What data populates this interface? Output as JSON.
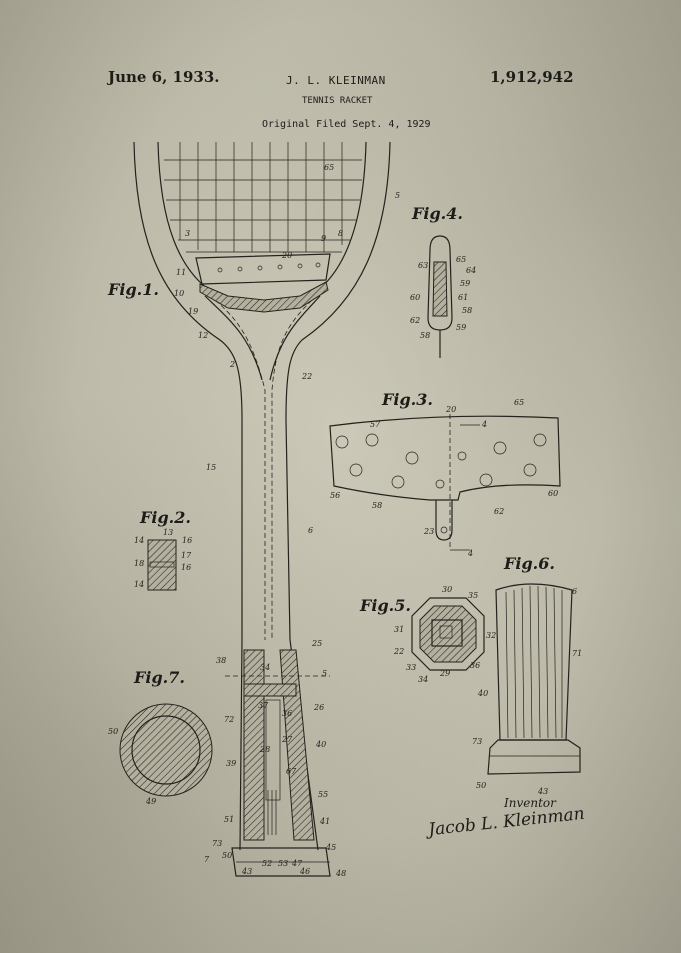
{
  "header": {
    "date": "June 6, 1933.",
    "inventor": "J. L. KLEINMAN",
    "title": "TENNIS RACKET",
    "filed": "Original Filed Sept. 4, 1929",
    "patent_number": "1,912,942"
  },
  "figures": {
    "fig1": "Fig.1.",
    "fig2": "Fig.2.",
    "fig3": "Fig.3.",
    "fig4": "Fig.4.",
    "fig5": "Fig.5.",
    "fig6": "Fig.6.",
    "fig7": "Fig.7."
  },
  "refs": {
    "fig1": [
      "5",
      "3",
      "9",
      "8",
      "11",
      "10",
      "19",
      "12",
      "20",
      "65",
      "2",
      "22",
      "15",
      "6",
      "25",
      "38",
      "34",
      "5",
      "26",
      "37",
      "36",
      "72",
      "28",
      "27",
      "40",
      "39",
      "67",
      "55",
      "51",
      "41",
      "73",
      "45",
      "50",
      "7",
      "43",
      "52",
      "53",
      "47",
      "46",
      "48"
    ],
    "fig2": [
      "13",
      "14",
      "16",
      "17",
      "18",
      "16",
      "14"
    ],
    "fig3": [
      "20",
      "4",
      "57",
      "65",
      "56",
      "58",
      "62",
      "60",
      "23",
      "4"
    ],
    "fig4": [
      "65",
      "63",
      "64",
      "59",
      "60",
      "61",
      "58",
      "62",
      "59",
      "58"
    ],
    "fig5": [
      "30",
      "35",
      "31",
      "32",
      "22",
      "33",
      "29",
      "36",
      "34"
    ],
    "fig6": [
      "6",
      "71",
      "40",
      "73",
      "50",
      "43"
    ],
    "fig7": [
      "50",
      "49"
    ]
  },
  "footer": {
    "inventor_label": "Inventor",
    "signature": "Jacob L. Kleinman"
  }
}
